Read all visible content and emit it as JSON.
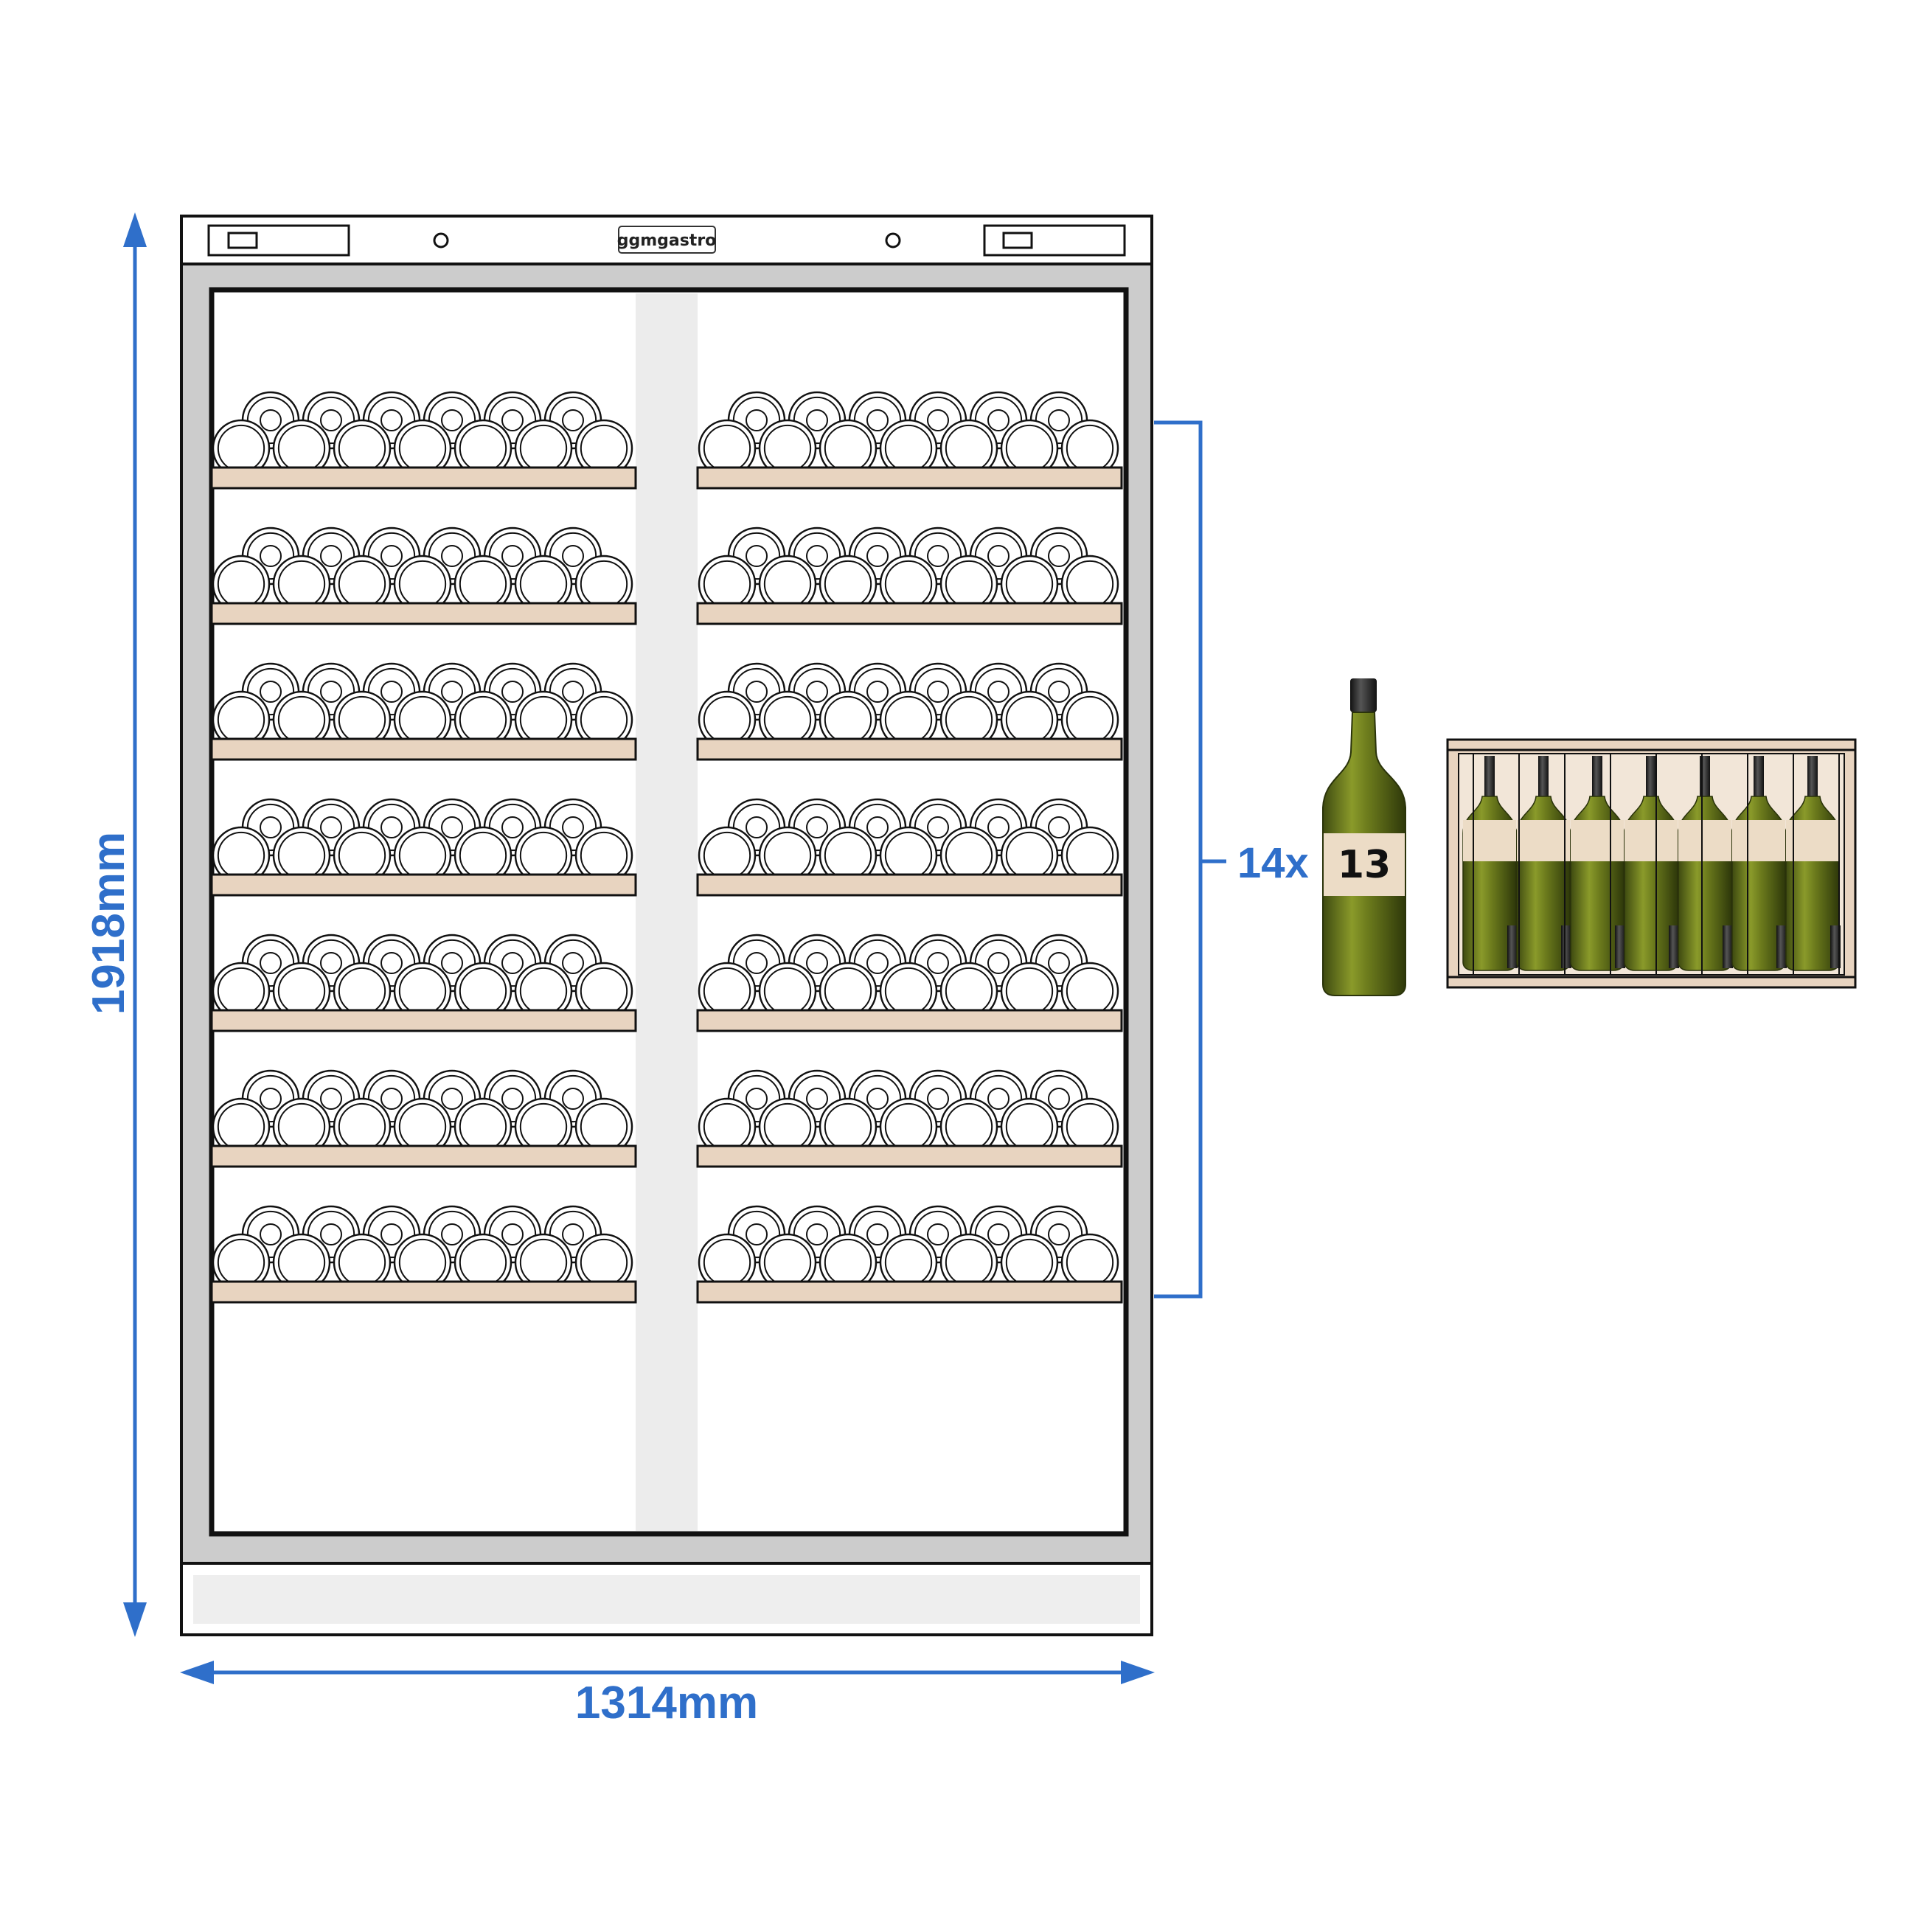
{
  "brand": {
    "name": "ggmgastro"
  },
  "dimensions": {
    "height_label": "1918mm",
    "width_label": "1314mm"
  },
  "shelves": {
    "count_label": "14x",
    "rows_per_side": 7,
    "sides": 2,
    "bottles_back_row": 6,
    "bottles_front_row": 7
  },
  "bottle": {
    "label_number": "13"
  },
  "colors": {
    "dimension_blue": "#2f6fca",
    "cabinet_gray": "#cccccc",
    "shelf_wood": "#e8d4c0",
    "bottle_green": "#6a7a1c",
    "bottle_label": "#ecdcc6",
    "divider_gray": "#ececec"
  },
  "icons": {
    "control_panel": "display-panel-icon",
    "indicator": "indicator-light-icon",
    "bottle": "wine-bottle-icon",
    "crate": "wine-crate-icon"
  }
}
